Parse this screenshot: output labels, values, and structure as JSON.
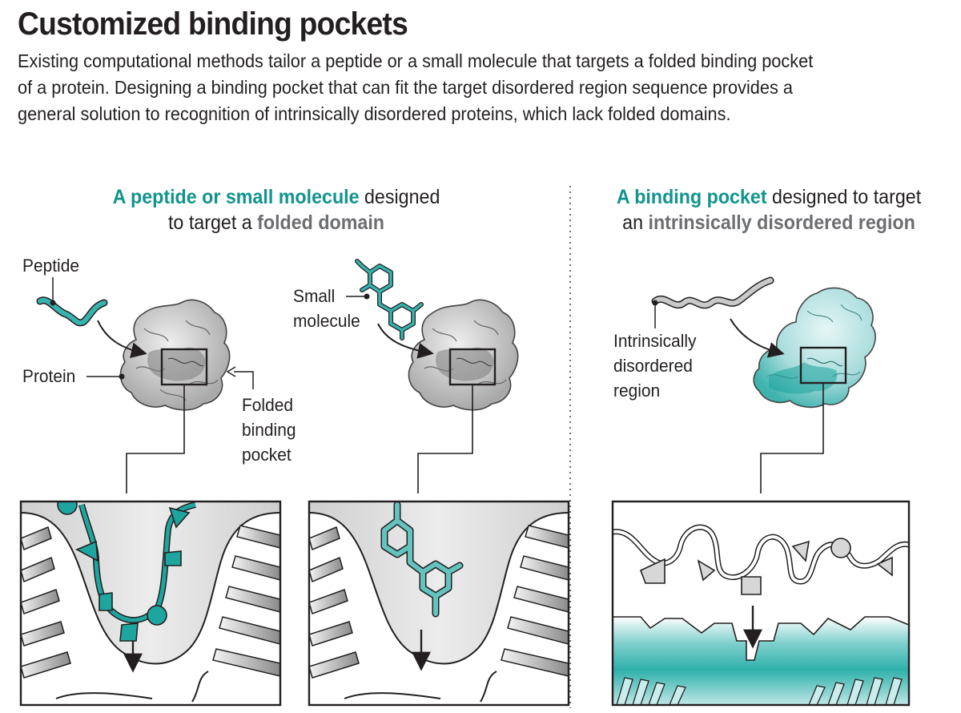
{
  "title": "Customized binding pockets",
  "subtitle_lines": [
    "Existing computational methods tailor a peptide or a small molecule that targets a folded binding pocket",
    "of a protein. Designing a binding pocket that can fit the target disordered region sequence provides a",
    "general solution to recognition of intrinsically disordered proteins, which lack folded domains."
  ],
  "left_heading": {
    "line1_highlight": "A peptide or small molecule",
    "line1_rest": " designed",
    "line2_start": "to target a ",
    "line2_highlight": "folded domain"
  },
  "right_heading": {
    "line1_highlight": "A binding pocket",
    "line1_rest": " designed to target",
    "line2_start": "an ",
    "line2_highlight": "intrinsically disordered region"
  },
  "labels": {
    "peptide": "Peptide",
    "protein": "Protein",
    "folded_pocket": [
      "Folded",
      "binding",
      "pocket"
    ],
    "small_molecule": [
      "Small",
      "molecule"
    ],
    "idr": [
      "Intrinsically",
      "disordered",
      "region"
    ]
  },
  "colors": {
    "teal": "#11948f",
    "teal_light": "#5cc4c0",
    "grey_text": "#6d6e71",
    "protein_grey": "#c9c9c9",
    "pocket_cyan": "#a8dcdc"
  }
}
